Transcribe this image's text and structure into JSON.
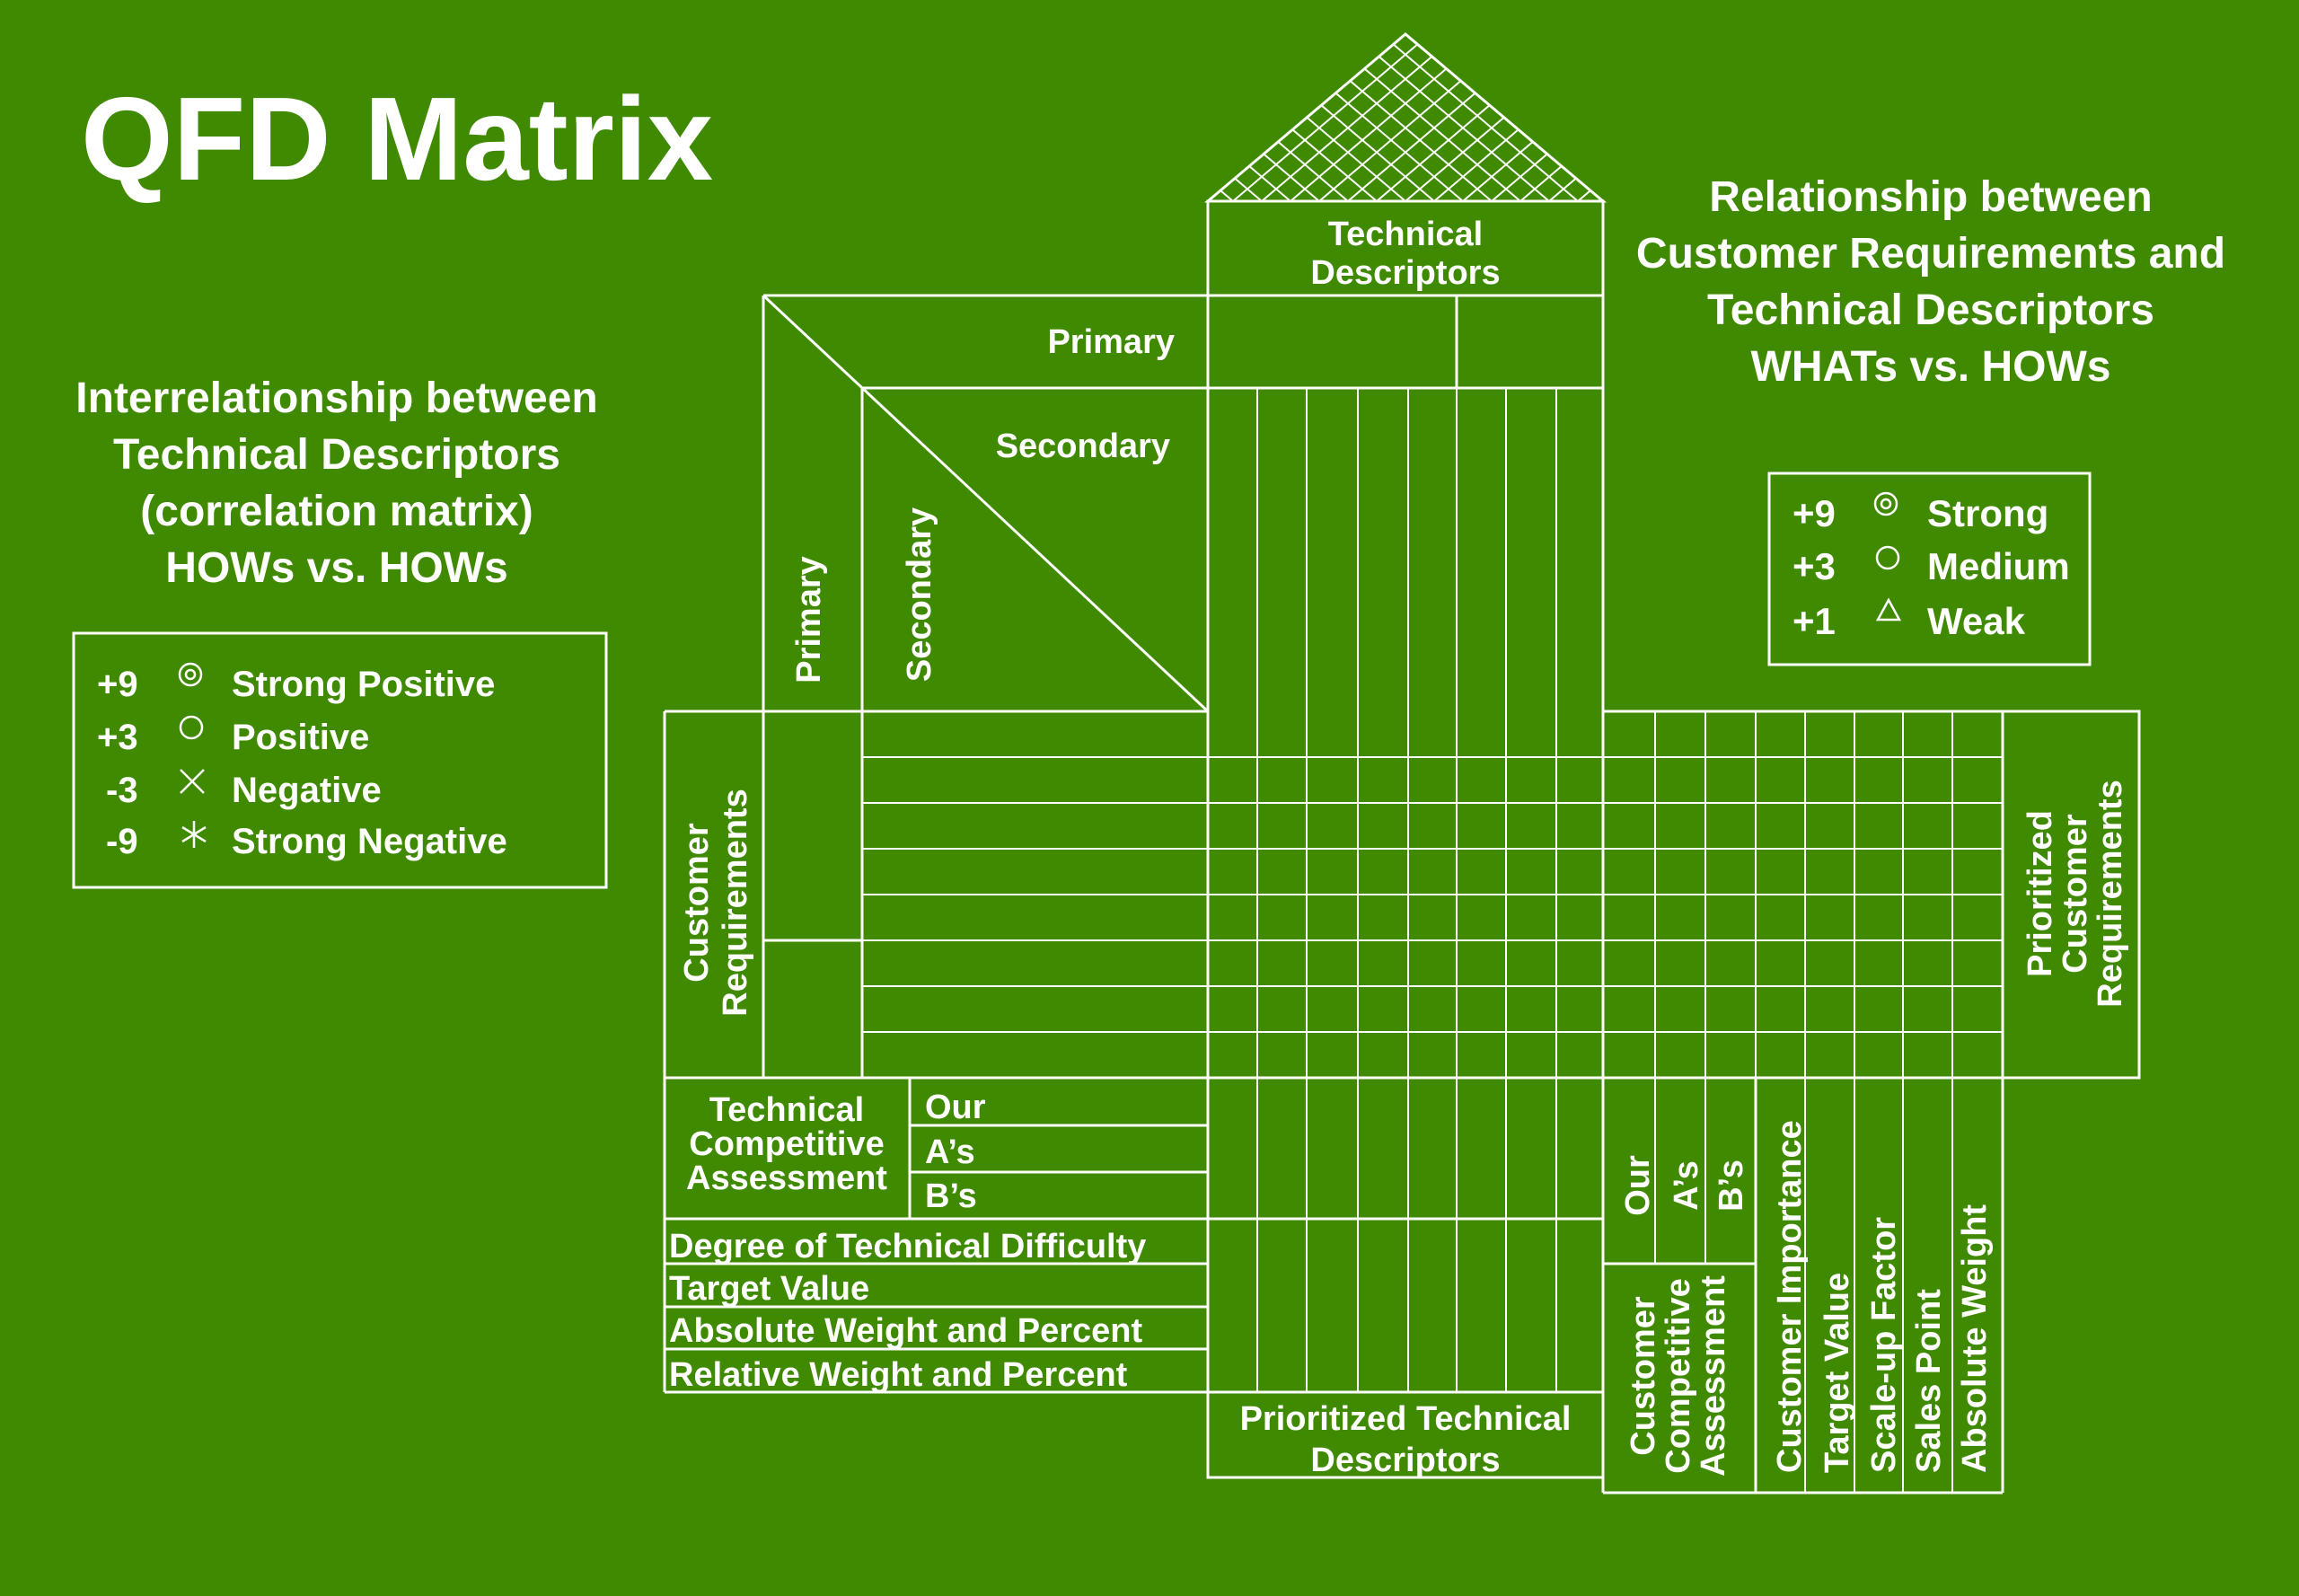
{
  "title": "QFD Matrix",
  "colors": {
    "background": "#3f8a00",
    "line": "#ffffff",
    "text": "#ffffff"
  },
  "left_heading": [
    "Interrelationship between",
    "Technical Descriptors",
    "(correlation matrix)",
    "HOWs vs. HOWs"
  ],
  "right_heading": [
    "Relationship between",
    "Customer Requirements and",
    "Technical Descriptors",
    "WHATs vs. HOWs"
  ],
  "correlation_legend": [
    {
      "value": "+9",
      "symbol": "double-circle-icon",
      "label": "Strong Positive"
    },
    {
      "value": "+3",
      "symbol": "circle-icon",
      "label": "Positive"
    },
    {
      "value": "-3",
      "symbol": "cross-icon",
      "label": "Negative"
    },
    {
      "value": "-9",
      "symbol": "asterisk-icon",
      "label": "Strong Negative"
    }
  ],
  "relationship_legend": [
    {
      "value": "+9",
      "symbol": "double-circle-icon",
      "label": "Strong"
    },
    {
      "value": "+3",
      "symbol": "circle-icon",
      "label": "Medium"
    },
    {
      "value": "+1",
      "symbol": "triangle-icon",
      "label": "Weak"
    }
  ],
  "house": {
    "technical_descriptors": [
      "Technical",
      "Descriptors"
    ],
    "primary_top": "Primary",
    "secondary_top": "Secondary",
    "primary_side": "Primary",
    "secondary_side": "Secondary",
    "customer_requirements": [
      "Customer",
      "Requirements"
    ],
    "prioritized_customer_requirements": [
      "Prioritized",
      "Customer",
      "Requirements"
    ],
    "technical_competitive_assessment": [
      "Technical",
      "Competitive",
      "Assessment"
    ],
    "competitors": [
      "Our",
      "A’s",
      "B’s"
    ],
    "bottom_rows": [
      "Degree of Technical Difficulty",
      "Target Value",
      "Absolute Weight and Percent",
      "Relative Weight and Percent"
    ],
    "prioritized_technical_descriptors": [
      "Prioritized Technical",
      "Descriptors"
    ],
    "customer_competitive_assessment": [
      "Customer",
      "Competitive",
      "Assessment"
    ],
    "right_columns": [
      "Customer Importance",
      "Target Value",
      "Scale-up Factor",
      "Sales Point",
      "Absolute Weight"
    ]
  }
}
